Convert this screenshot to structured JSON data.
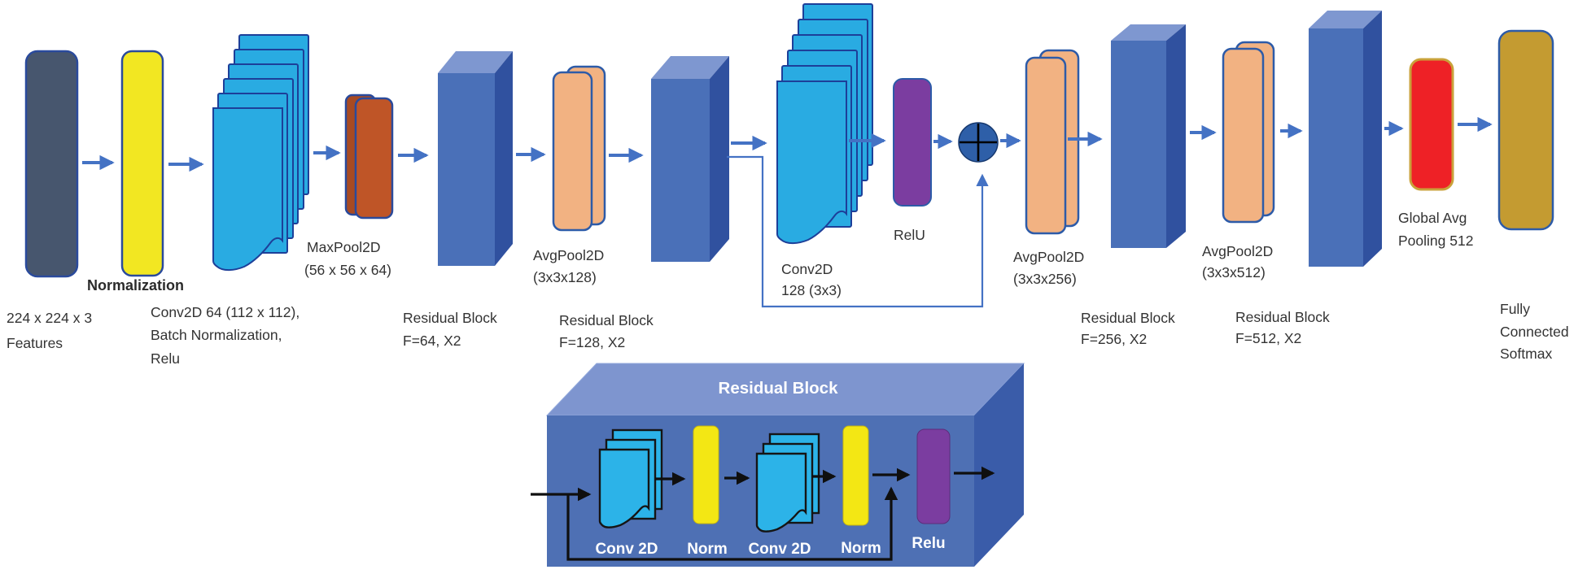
{
  "colors": {
    "background": "#ffffff",
    "arrow_blue": "#4472c4",
    "input_fill": "#47566e",
    "normalization_yellow": "#f2e722",
    "conv_sheet_blue": "#29abe2",
    "maxpool_orange": "#bf5527",
    "residual_block_front": "#4a70b8",
    "residual_block_top": "#7e97d0",
    "residual_block_side": "#30519f",
    "avgpool_peach": "#f2b282",
    "relu_purple": "#7b3da0",
    "global_avg_pool_red": "#ee2126",
    "fully_connected_gold": "#c49b31",
    "detail_box_front": "#4e70b4",
    "label_text": "#333333"
  },
  "pipeline": {
    "input": {
      "caption": [
        "224 x 224 x 3",
        "Features"
      ]
    },
    "normalization": {
      "caption": [
        "Normalization"
      ]
    },
    "conv1": {
      "caption": [
        "Conv2D 64 (112 x 112),",
        "Batch Normalization,",
        "Relu"
      ]
    },
    "maxpool": {
      "caption": [
        "MaxPool2D",
        "(56 x 56 x 64)"
      ]
    },
    "res1": {
      "caption": [
        "Residual Block",
        "F=64, X2"
      ]
    },
    "avgpool1": {
      "caption": [
        "AvgPool2D",
        "(3x3x128)"
      ]
    },
    "res2": {
      "caption": [
        "Residual Block",
        "F=128, X2"
      ]
    },
    "conv2": {
      "caption": [
        "Conv2D",
        "128 (3x3)"
      ]
    },
    "relu": {
      "caption": [
        "RelU"
      ]
    },
    "avgpool2": {
      "caption": [
        "AvgPool2D",
        "(3x3x256)"
      ]
    },
    "res3": {
      "caption": [
        "Residual Block",
        "F=256, X2"
      ]
    },
    "avgpool3": {
      "caption": [
        "AvgPool2D",
        "(3x3x512)"
      ]
    },
    "res4": {
      "caption": [
        "Residual Block",
        "F=512, X2"
      ]
    },
    "gap": {
      "caption": [
        "Global Avg",
        "Pooling 512"
      ]
    },
    "fc": {
      "caption": [
        "Fully",
        "Connected",
        "Softmax"
      ]
    }
  },
  "residual_block_detail": {
    "title": "Residual Block",
    "items": [
      "Conv 2D",
      "Norm",
      "Conv 2D",
      "Norm",
      "Relu"
    ]
  }
}
